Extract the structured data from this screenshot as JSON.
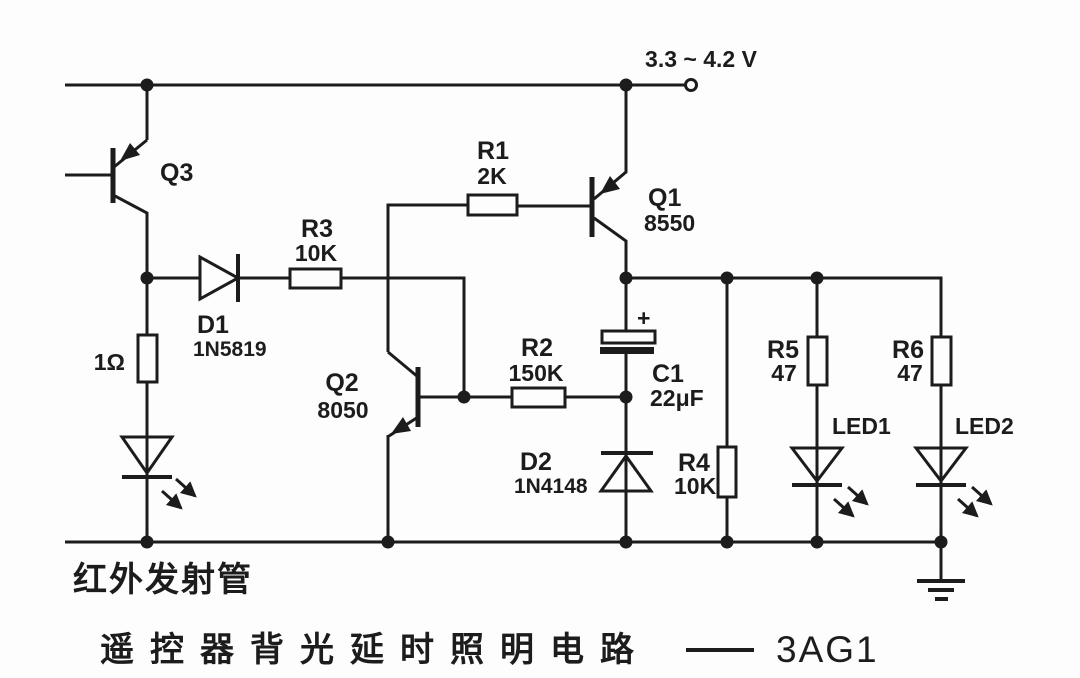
{
  "figure": {
    "power_label": "3.3 ~ 4.2 V",
    "ir_emitter_label": "红外发射管",
    "caption_title": "遥控器背光延时照明电路",
    "caption_model": "3AG1"
  },
  "components": {
    "q1": {
      "ref": "Q1",
      "part": "8550"
    },
    "q2": {
      "ref": "Q2",
      "part": "8050"
    },
    "q3": {
      "ref": "Q3"
    },
    "r1": {
      "ref": "R1",
      "value": "2K"
    },
    "r2": {
      "ref": "R2",
      "value": "150K"
    },
    "r3": {
      "ref": "R3",
      "value": "10K"
    },
    "r4": {
      "ref": "R4",
      "value": "10K"
    },
    "r5": {
      "ref": "R5",
      "value": "47"
    },
    "r6": {
      "ref": "R6",
      "value": "47"
    },
    "r_ir": {
      "value": "1Ω"
    },
    "d1": {
      "ref": "D1",
      "part": "1N5819"
    },
    "d2": {
      "ref": "D2",
      "part": "1N4148"
    },
    "c1": {
      "ref": "C1",
      "value": "22μF",
      "polarity_mark": "+"
    },
    "led1": {
      "ref": "LED1"
    },
    "led2": {
      "ref": "LED2"
    }
  },
  "colors": {
    "line": "#1c1c1c",
    "background": "#fdfdfd"
  }
}
